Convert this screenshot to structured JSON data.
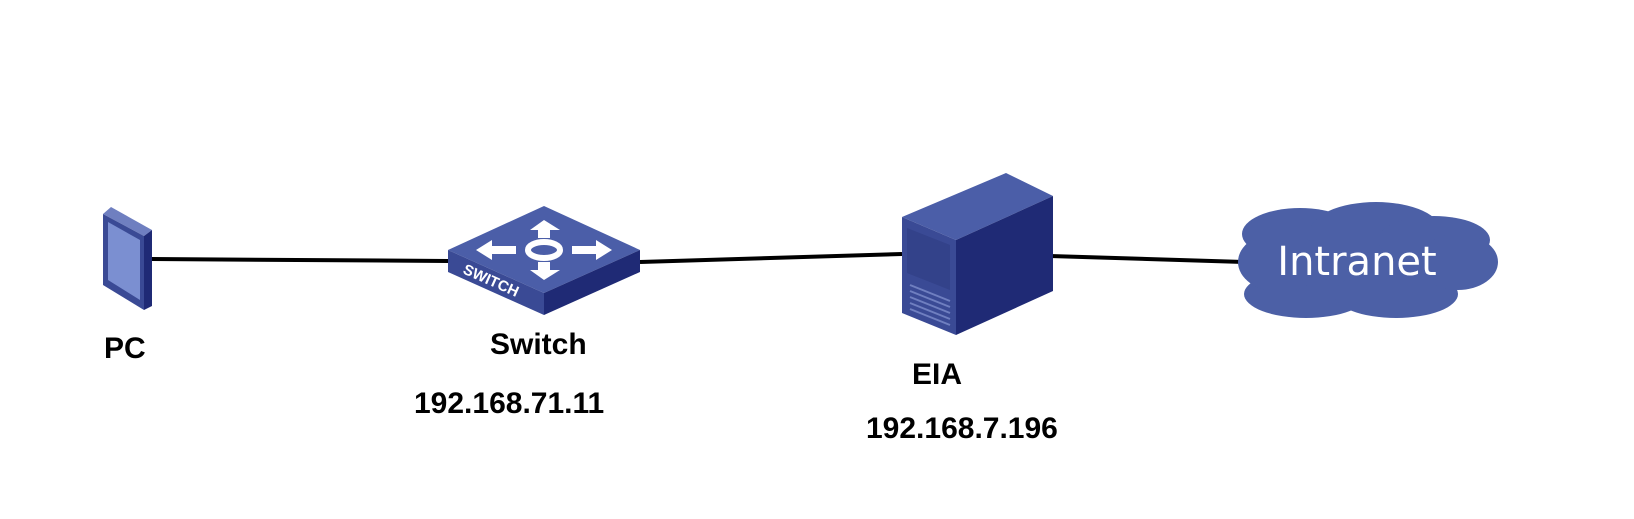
{
  "nodes": {
    "pc": {
      "label": "PC",
      "icon": "pc-icon"
    },
    "switch": {
      "label": "Switch",
      "ip": "192.168.71.11",
      "icon": "switch-icon",
      "face_text": "SWITCH"
    },
    "eia": {
      "label": "EIA",
      "ip": "192.168.7.196",
      "icon": "server-icon"
    },
    "intranet": {
      "label": "Intranet",
      "icon": "cloud-icon"
    }
  },
  "colors": {
    "device_top": "#4b5ea8",
    "device_front": "#3a4a95",
    "device_side": "#1f2a75",
    "cloud": "#4c60a6",
    "link": "#000000"
  }
}
